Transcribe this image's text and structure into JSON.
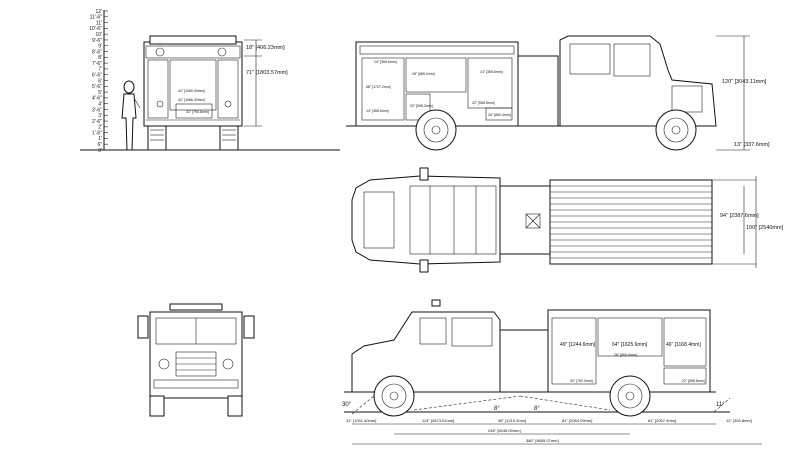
{
  "scale_ticks": [
    "12'",
    "11'-6\"",
    "11'",
    "10'-6\"",
    "10'",
    "9'-6\"",
    "9'",
    "8'-6\"",
    "8'",
    "7'-6\"",
    "7'",
    "6'-6\"",
    "6'",
    "5'-6\"",
    "5'",
    "4'-6\"",
    "4'",
    "3'-6\"",
    "3'",
    "2'-6\"",
    "2'",
    "1'-6\"",
    "1'",
    "6\"",
    "0'"
  ],
  "rear_view": {
    "dim_top": "18\" [406.23mm]",
    "dim_body": "71\" [1803.57mm]",
    "comp_a": "42\" [1060.40mm]",
    "comp_b": "42\" [1066.20mm]",
    "comp_c": "31\" [790.8mm]"
  },
  "side_view_left": {
    "dim_height": "120\" [3043.11mm]",
    "dim_ground": "13\" [337.6mm]",
    "comp_1": "14\" [355.6mm]",
    "comp_2": "28\" [685.2mm]",
    "comp_3": "14\" [355.6mm]",
    "comp_4": "68\" [1727.2mm]",
    "comp_5": "14\" [355.6mm]",
    "comp_6": "20\" [508.0mm]",
    "comp_7": "26\" [660.4mm]",
    "comp_8": "22\" [558.8mm]"
  },
  "top_view": {
    "dim_body_width": "94\" [2387.6mm]",
    "dim_overall_width": "100\" [2540mm]"
  },
  "side_view_right": {
    "comp_1": "49\" [1244.6mm]",
    "comp_2": "64\" [1625.6mm]",
    "comp_3": "46\" [1168.4mm]",
    "comp_4": "26\" [660.4mm]",
    "comp_5": "30\" [762.0mm]",
    "comp_6": "22\" [558.8mm]",
    "approach_angle": "30°",
    "departure_angle": "11°",
    "breakover_1": "8°",
    "breakover_2": "8°",
    "dim_front_overhang": "41\" [1041.40mm]",
    "dim_cab": "113\" [2873.01mm]",
    "dim_a": "48\" [1219.2mm]",
    "dim_b": "81\" [2054.09mm]",
    "dim_c": "81\" [2057.4mm]",
    "dim_rear": "12\" [304.8mm]",
    "dim_wheelbase": "246\" [6245.09mm]",
    "dim_overall": "380\" [9655.07mm]"
  }
}
